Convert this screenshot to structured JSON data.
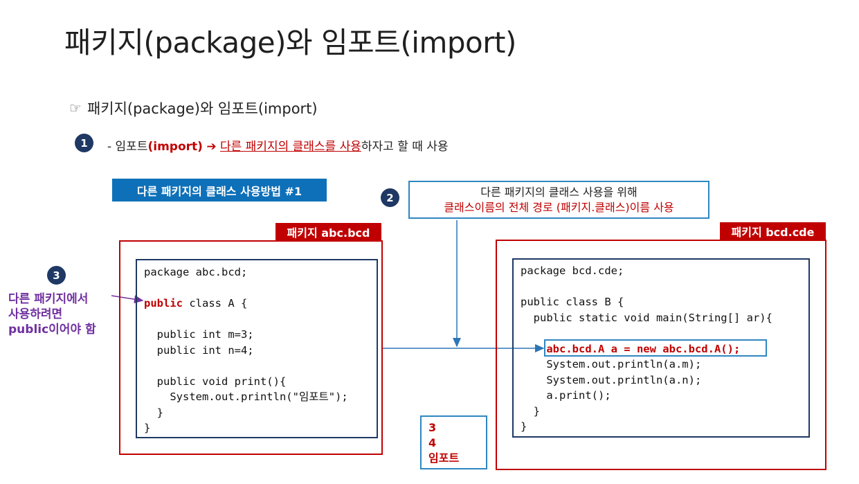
{
  "title": "패키지(package)와 임포트(import)",
  "subhead": {
    "hand": "☞",
    "text": "패키지(package)와 임포트(import)"
  },
  "badges": {
    "one": "1",
    "two": "2",
    "three": "3"
  },
  "line1": {
    "prefix": "- 임포트",
    "import_word": "(import)",
    "arrow": "➔",
    "underlined": "다른 패키지의 클래스를 사용",
    "rest": "하자고 할 때 사용"
  },
  "method_label": "다른 패키지의 클래스 사용방법 #1",
  "info": {
    "line1": "다른 패키지의 클래스 사용을 위해",
    "line2": "클래스이름의 전체 경로 (패키지.클래스)이름 사용"
  },
  "left_package": {
    "tag": "패키지 abc.bcd",
    "code": {
      "l1": "package abc.bcd;",
      "l2_kw": "public",
      "l2_rest": " class A {",
      "l3": "  public int m=3;",
      "l4": "  public int n=4;",
      "l5": "  public void print(){",
      "l6": "    System.out.println(\"임포트\");",
      "l7": "  }",
      "l8": "}"
    }
  },
  "right_package": {
    "tag": "패키지 bcd.cde",
    "code": {
      "l1": "package bcd.cde;",
      "l2": "public class B {",
      "l3": "  public static void main(String[] ar){",
      "l4": "abc.bcd.A a = new abc.bcd.A();",
      "l5": "    System.out.println(a.m);",
      "l6": "    System.out.println(a.n);",
      "l7": "    a.print();",
      "l8": "  }",
      "l9": "}"
    }
  },
  "note3": {
    "l1": "다른 패키지에서",
    "l2": "사용하려면",
    "l3": "public이어야 함"
  },
  "box34": {
    "l1": "3",
    "l2": "4",
    "l3": "임포트"
  },
  "colors": {
    "red": "#c00000",
    "blue": "#0e70b8",
    "navy": "#1f3864",
    "purple": "#7030a0"
  }
}
